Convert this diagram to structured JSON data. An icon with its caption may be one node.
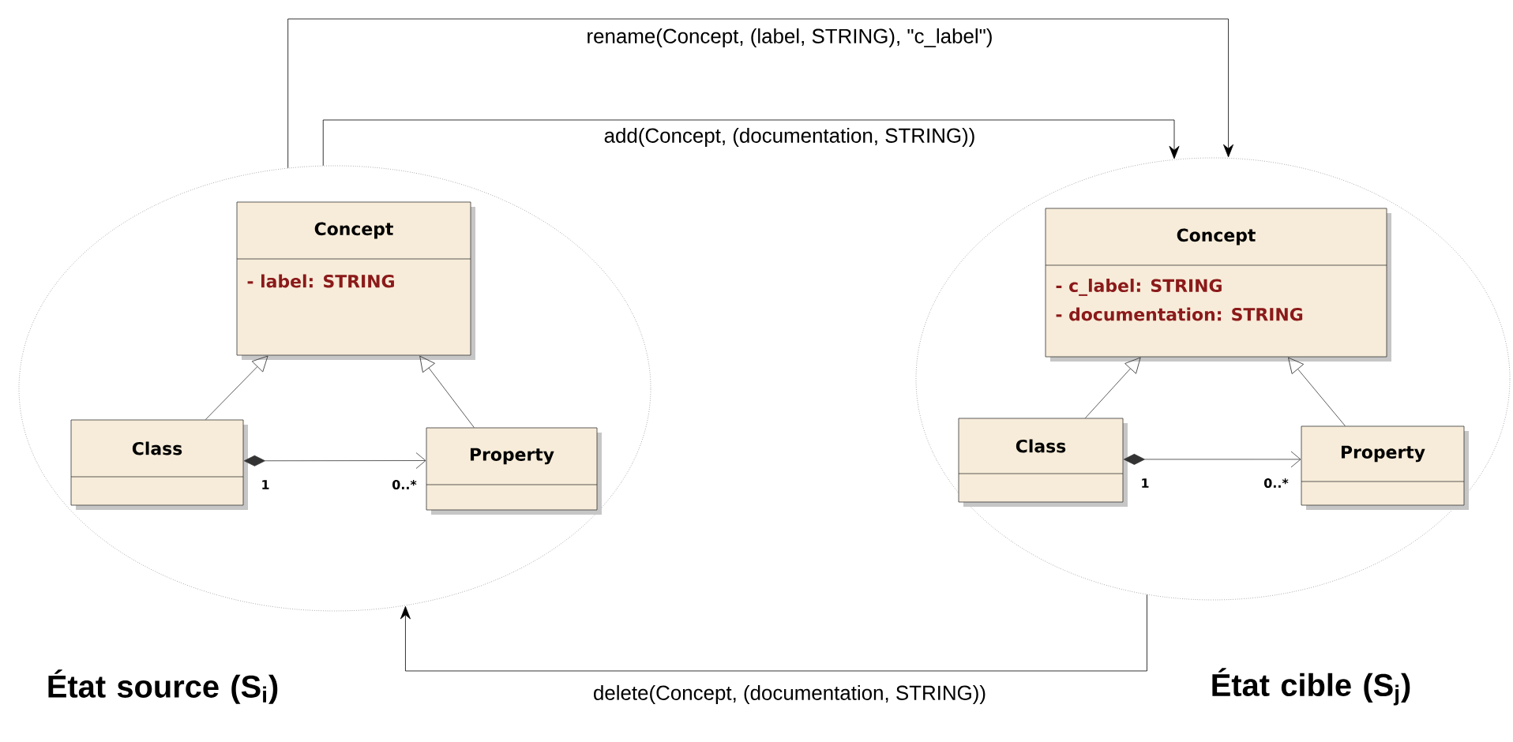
{
  "diagram": {
    "nodes": [
      {
        "text": [],
        "shape": "ellipse",
        "beside": [
          "État source (S$_{i}$)"
        ]
      },
      {
        "text": [
          "Concept",
          "- label: STRING"
        ],
        "in": 0
      },
      {
        "text": [
          "Class"
        ],
        "in": 0
      },
      {
        "text": [
          "Property"
        ],
        "in": 0
      },
      {
        "text": [],
        "shape": "ellipse",
        "beside": [
          "État cible (S$_{j}$)"
        ]
      },
      {
        "text": [
          "Concept",
          "- c_label: STRING",
          "- documentation: STRING"
        ],
        "in": 4
      },
      {
        "text": [
          "Class"
        ],
        "in": 4
      },
      {
        "text": [
          "Property"
        ],
        "in": 4
      }
    ],
    "edges": [
      {
        "from": 0,
        "to": 4,
        "arrow": "to",
        "label": "rename(Concept, (label, STRING), \"c_label\")"
      },
      {
        "from": 0,
        "to": 4,
        "arrow": "to",
        "label": "add(Concept, (documentation, STRING))"
      },
      {
        "from": 4,
        "to": 0,
        "arrow": "to",
        "label": "delete(Concept, (documentation, STRING))"
      },
      {
        "from": 2,
        "to": 1,
        "arrow": "to"
      },
      {
        "from": 3,
        "to": 1,
        "arrow": "to"
      },
      {
        "from": 2,
        "to": 3,
        "arrow": "to"
      },
      {
        "from": 6,
        "to": 5,
        "arrow": "to"
      },
      {
        "from": 7,
        "to": 5,
        "arrow": "to"
      },
      {
        "from": 6,
        "to": 7,
        "arrow": "to"
      }
    ],
    "labels": [
      "1",
      "0..*",
      "1",
      "0..*"
    ]
  }
}
